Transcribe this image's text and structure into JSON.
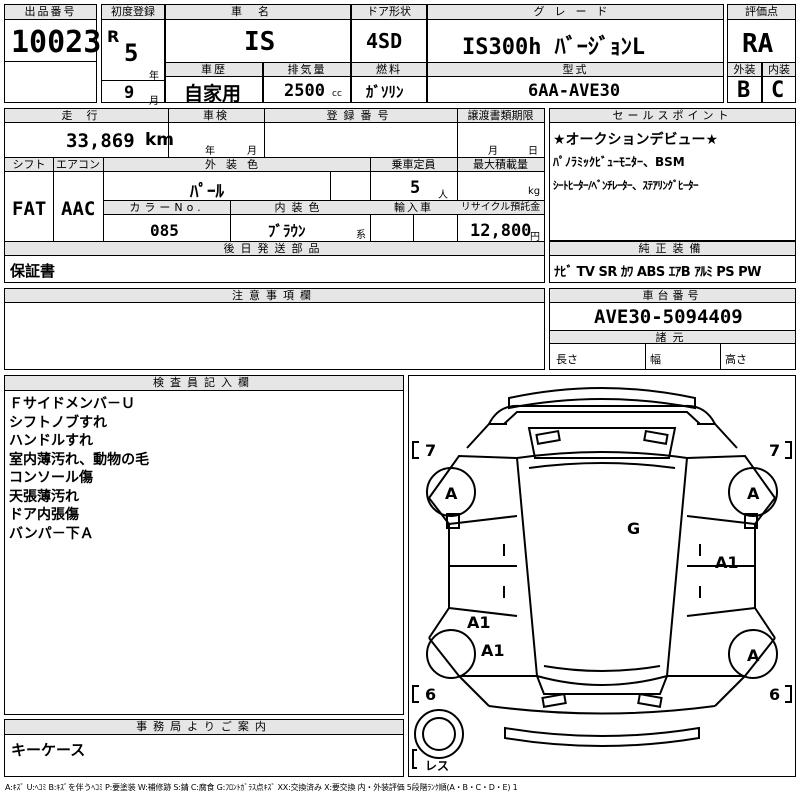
{
  "header": {
    "lot_label": "出品番号",
    "lot_no": "10023",
    "first_reg_label": "初度登録",
    "era": "R",
    "year_no": "5",
    "year_unit": "年",
    "month_no": "9",
    "month_unit": "月",
    "car_name_label": "車名",
    "car_name": "IS",
    "door_label": "ドア形状",
    "door": "4SD",
    "grade_label": "グレード",
    "grade": "IS300h ﾊﾞｰｼﾞｮﾝL",
    "score_label": "評価点",
    "score": "RA",
    "history_label": "車歴",
    "history": "自家用",
    "displacement_label": "排気量",
    "displacement": "2500",
    "displacement_unit": "cc",
    "fuel_label": "燃料",
    "fuel": "ｶﾞｿﾘﾝ",
    "model_label": "型式",
    "model": "6AA-AVE30",
    "ext_label": "外装",
    "ext_grade": "B",
    "int_label": "内装",
    "int_grade": "C"
  },
  "mid": {
    "mileage_label": "走行",
    "mileage": "33,869",
    "mileage_unit": "km",
    "inspection_label": "車検",
    "insp_year_unit": "年",
    "insp_month_unit": "月",
    "reg_no_label": "登録番号",
    "transfer_label": "譲渡書類期限",
    "transfer_month_unit": "月",
    "transfer_day_unit": "日",
    "shift_label": "シフト",
    "shift": "FAT",
    "ac_label": "エアコン",
    "ac": "AAC",
    "ext_color_label": "外装色",
    "ext_color": "ﾊﾟｰﾙ",
    "capacity_label": "乗車定員",
    "capacity": "5",
    "capacity_unit": "人",
    "load_label": "最大積載量",
    "load_unit": "kg",
    "color_no_label": "カラーNo.",
    "color_no": "085",
    "int_color_label": "内装色",
    "int_color": "ﾌﾞﾗｳﾝ",
    "int_color_suffix": "系",
    "import_label": "輸入車",
    "recycle_label": "リサイクル預託金",
    "recycle": "12,800",
    "recycle_unit": "円",
    "later_parts_label": "後日発送部品",
    "later_parts": "保証書"
  },
  "sales": {
    "label": "セールスポイント",
    "line1": "★オークションデビュー★",
    "line2": "ﾊﾟﾉﾗﾐｯｸﾋﾞｭｰﾓﾆﾀｰ、BSM",
    "line3": "ｼｰﾄﾋｰﾀｰ/ﾍﾞﾝﾁﾚｰﾀｰ、ｽﾃｱﾘﾝｸﾞﾋｰﾀｰ"
  },
  "equipment": {
    "label": "純正装備",
    "items": "ﾅﾋﾞ TV SR ｶﾜ ABS ｴｱB ｱﾙﾐ PS PW"
  },
  "notes": {
    "label": "注意事項欄"
  },
  "chassis": {
    "label": "車台番号",
    "value": "AVE30-5094409"
  },
  "specs": {
    "label": "諸元",
    "length": "長さ",
    "width": "幅",
    "height": "高さ"
  },
  "inspector": {
    "label": "検査員記入欄",
    "lines": [
      "Ｆサイドメンバ－Ｕ",
      "シフトノブすれ",
      "ハンドルすれ",
      "室内薄汚れ、動物の毛",
      "コンソール傷",
      "天張薄汚れ",
      "ドア内張傷",
      "バンパ－下Ａ"
    ]
  },
  "office": {
    "label": "事務局よりご案内",
    "text": "キーケース"
  },
  "diagram": {
    "tire_fl": "7",
    "tire_fr": "7",
    "tire_rl": "6",
    "tire_rr": "6",
    "mark_a": "A",
    "mark_g": "G",
    "mark_a1": "A1",
    "spare": "レス"
  },
  "legend": "A:ｷｽﾞ U:ﾍｺﾐ B:ｷｽﾞを伴うﾍｺﾐ P:要塗装 W:補修跡 S:錆 C:腐食 G:ﾌﾛﾝﾄｶﾞﾗｽ点ｷｽﾞ XX:交換済み X:要交換 内・外装評価 5段階ﾗﾝｸ順(A・B・C・D・E) 1"
}
